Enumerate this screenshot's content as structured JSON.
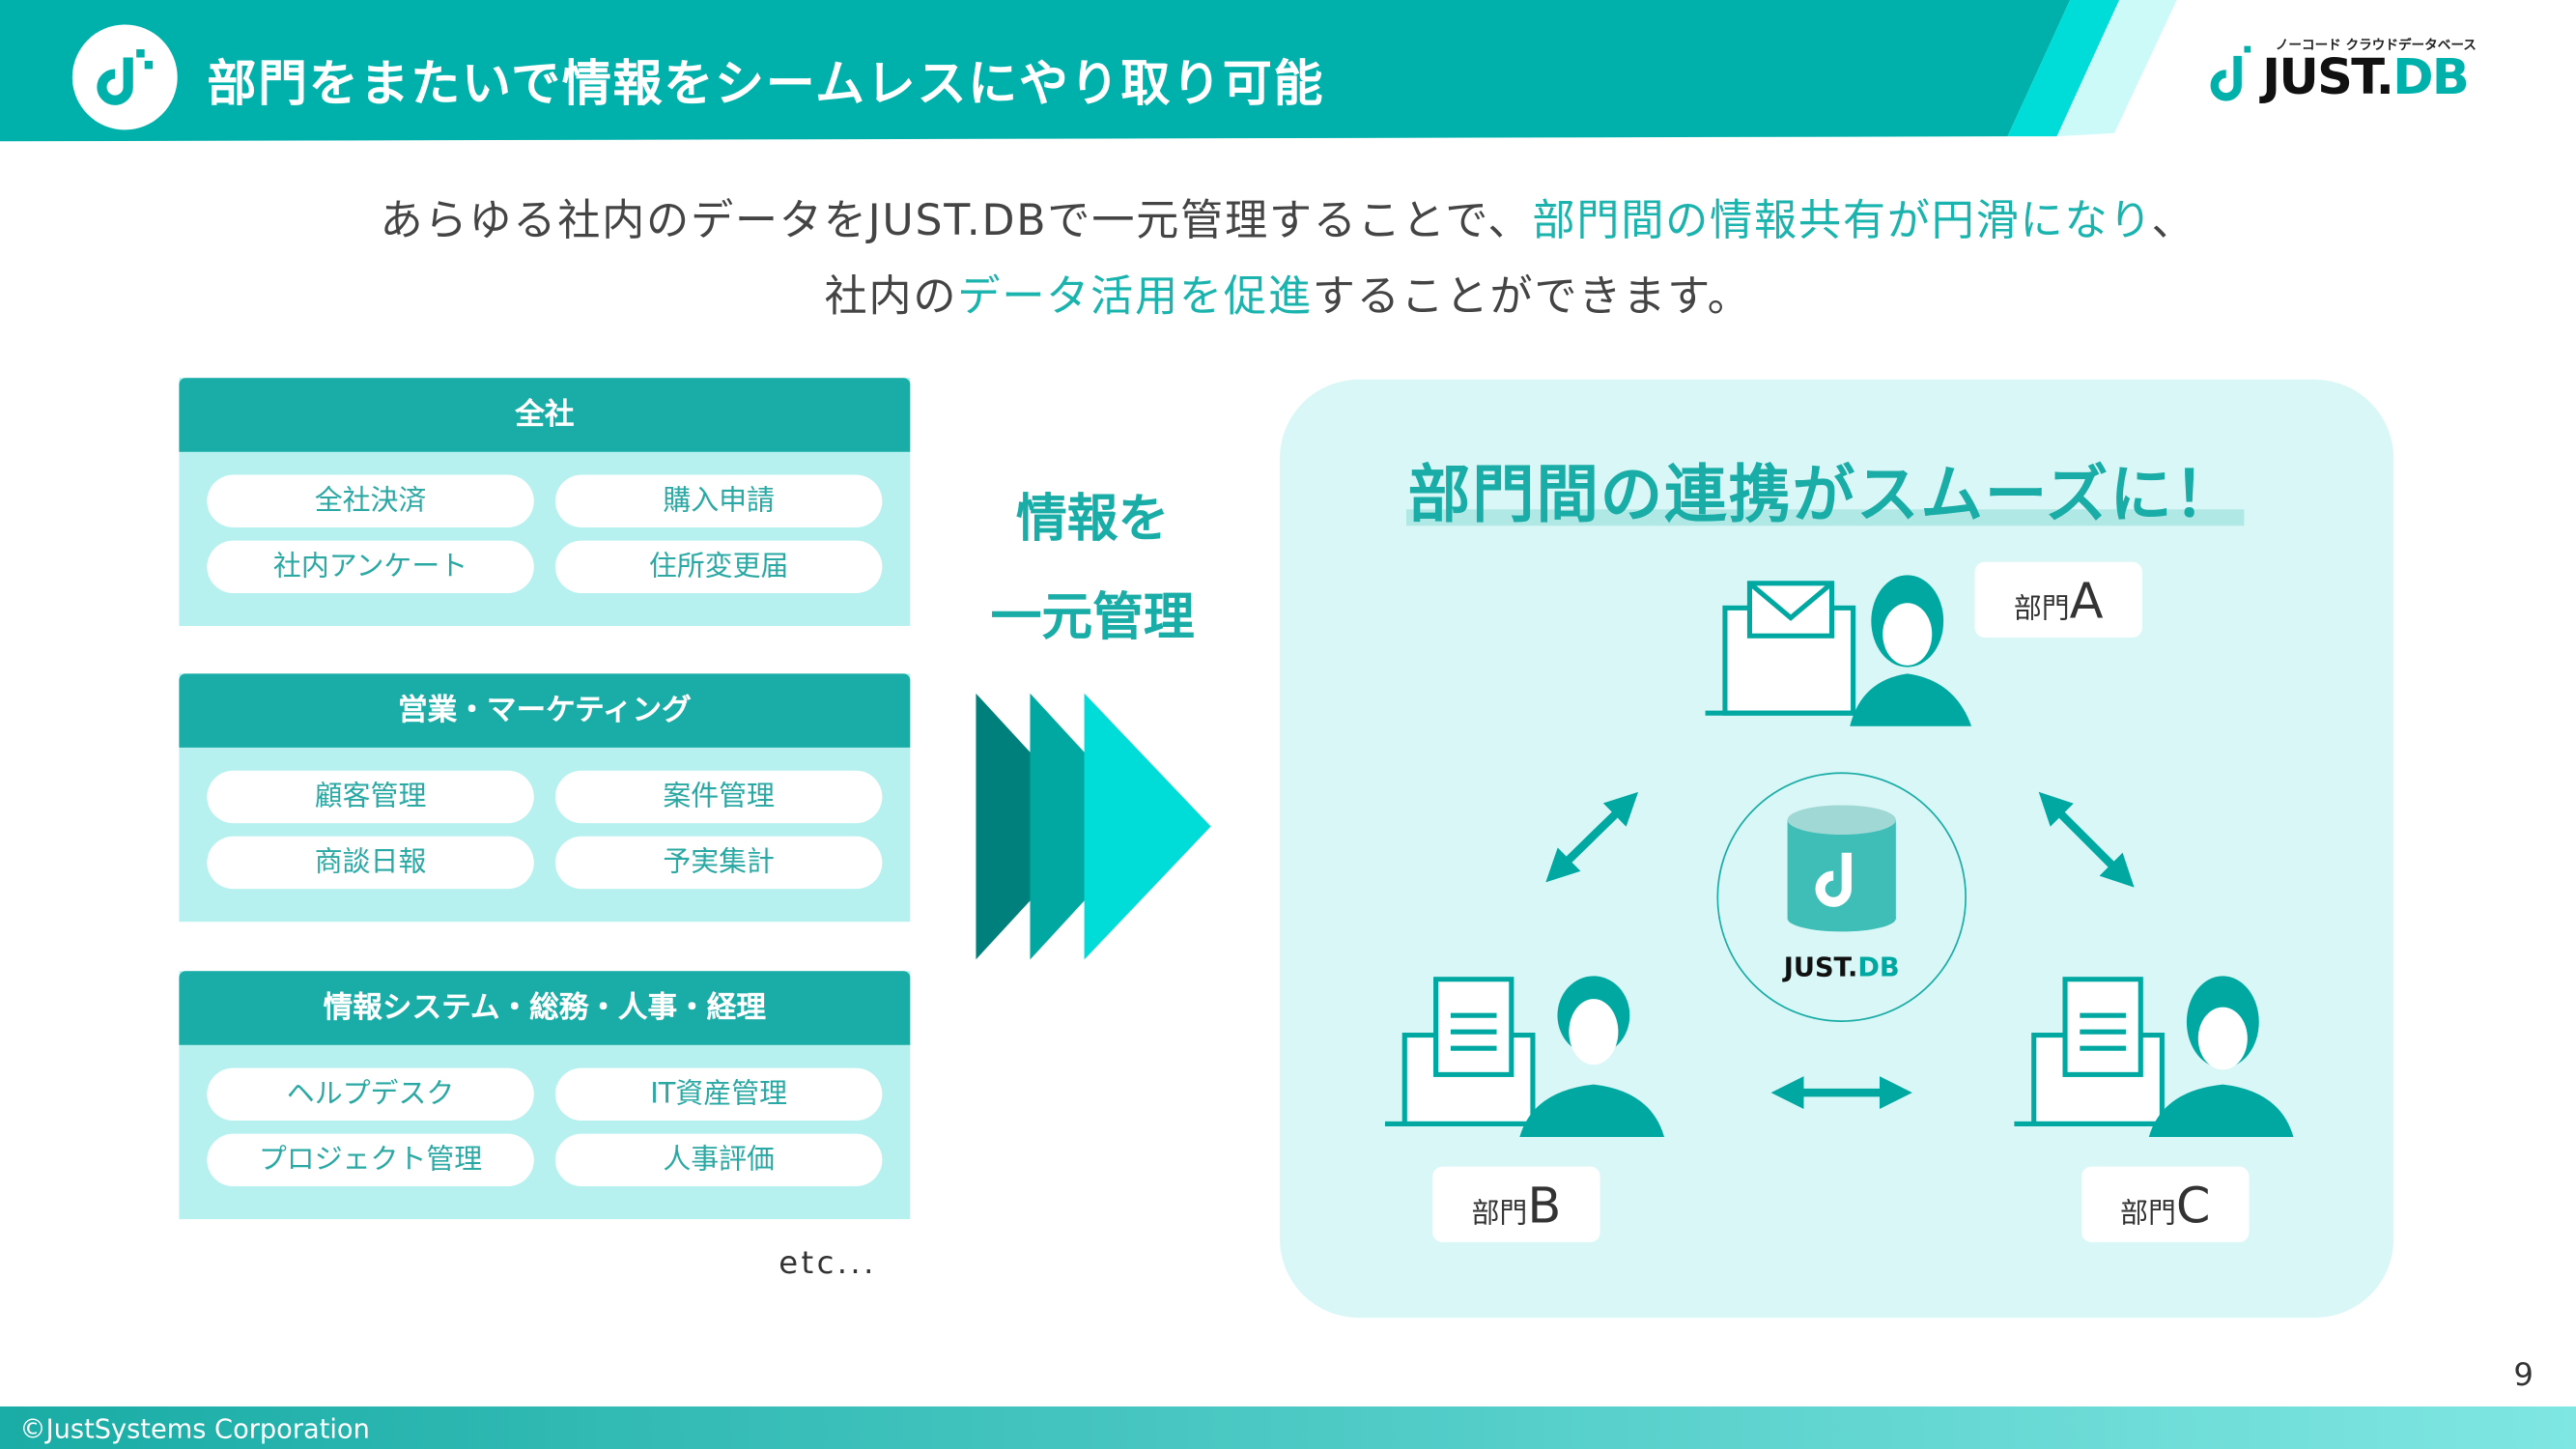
{
  "header": {
    "title": "部門をまたいで情報をシームレスにやり取り可能",
    "brand_sub": "ノーコード クラウドデータベース",
    "brand_main_a": "JUST.",
    "brand_main_b": "DB"
  },
  "lead": {
    "line1_a": "あらゆる社内のデータをJUST.DBで一元管理することで、",
    "line1_hl": "部門間の情報共有が円滑になり",
    "line1_b": "、",
    "line2_a": "社内の",
    "line2_hl": "データ活用を促進",
    "line2_b": "することができます。"
  },
  "groups": [
    {
      "title": "全社",
      "items": [
        "全社決済",
        "購入申請",
        "社内アンケート",
        "住所変更届"
      ]
    },
    {
      "title": "営業・マーケティング",
      "items": [
        "顧客管理",
        "案件管理",
        "商談日報",
        "予実集計"
      ]
    },
    {
      "title": "情報システム・総務・人事・経理",
      "items": [
        "ヘルプデスク",
        "IT資産管理",
        "プロジェクト管理",
        "人事評価"
      ]
    }
  ],
  "etc": "etc...",
  "middle": {
    "line1": "情報を",
    "line2": "一元管理"
  },
  "panel": {
    "title": "部門間の連携がスムーズに！",
    "dept_prefix": "部門",
    "depts": [
      "A",
      "B",
      "C"
    ],
    "db_label_a": "JUST.",
    "db_label_b": "DB"
  },
  "footer": {
    "copyright": "©JustSystems Corporation",
    "page": "9"
  },
  "colors": {
    "primary": "#00b0aa",
    "accent": "#00dcd8",
    "light": "#d9f7f6"
  }
}
